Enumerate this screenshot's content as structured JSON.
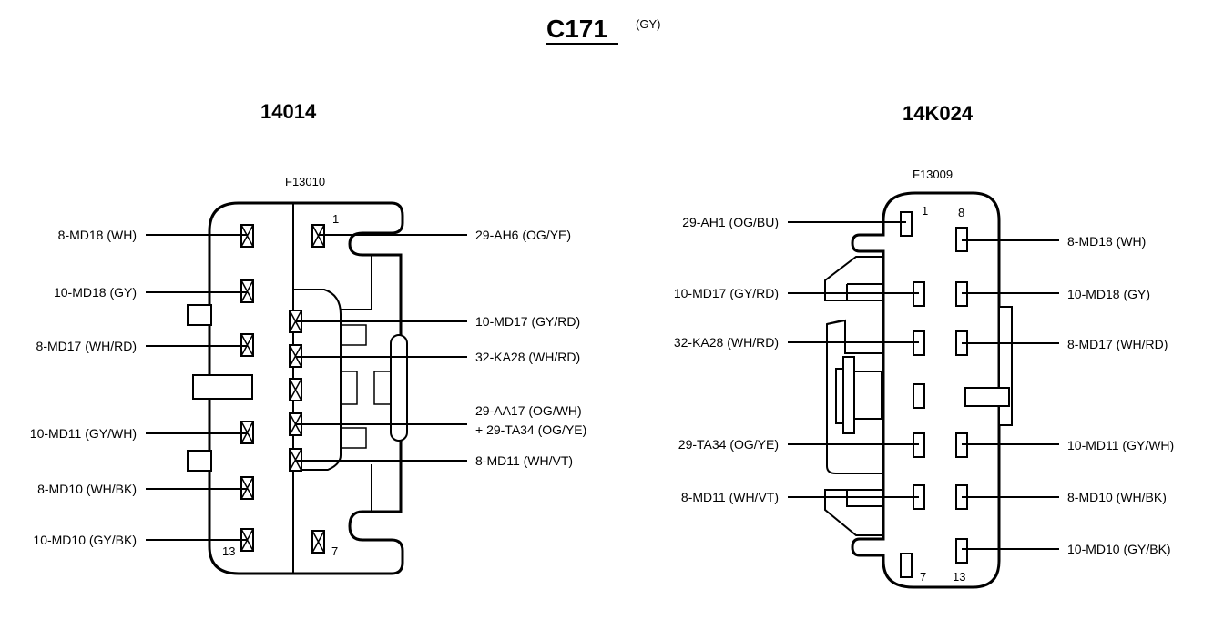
{
  "title": "C171",
  "title_color": "(GY)",
  "left": {
    "part": "14014",
    "code": "F13010",
    "pin_first": "1",
    "pin_7": "7",
    "pin_13": "13",
    "wires": [
      "8-MD18 (WH)",
      "10-MD18 (GY)",
      "8-MD17 (WH/RD)",
      "10-MD11 (GY/WH)",
      "8-MD10 (WH/BK)",
      "10-MD10 (GY/BK)",
      "29-AH6 (OG/YE)",
      "10-MD17 (GY/RD)",
      "32-KA28 (WH/RD)",
      "29-AA17 (OG/WH)",
      "+ 29-TA34 (OG/YE)",
      "8-MD11 (WH/VT)"
    ]
  },
  "right": {
    "part": "14K024",
    "code": "F13009",
    "pin_1": "1",
    "pin_8": "8",
    "pin_7": "7",
    "pin_13": "13",
    "wires": [
      "29-AH1 (OG/BU)",
      "10-MD17 (GY/RD)",
      "32-KA28 (WH/RD)",
      "29-TA34 (OG/YE)",
      "8-MD11 (WH/VT)",
      "8-MD18 (WH)",
      "10-MD18 (GY)",
      "8-MD17 (WH/RD)",
      "10-MD11 (GY/WH)",
      "8-MD10 (WH/BK)",
      "10-MD10 (GY/BK)"
    ]
  }
}
